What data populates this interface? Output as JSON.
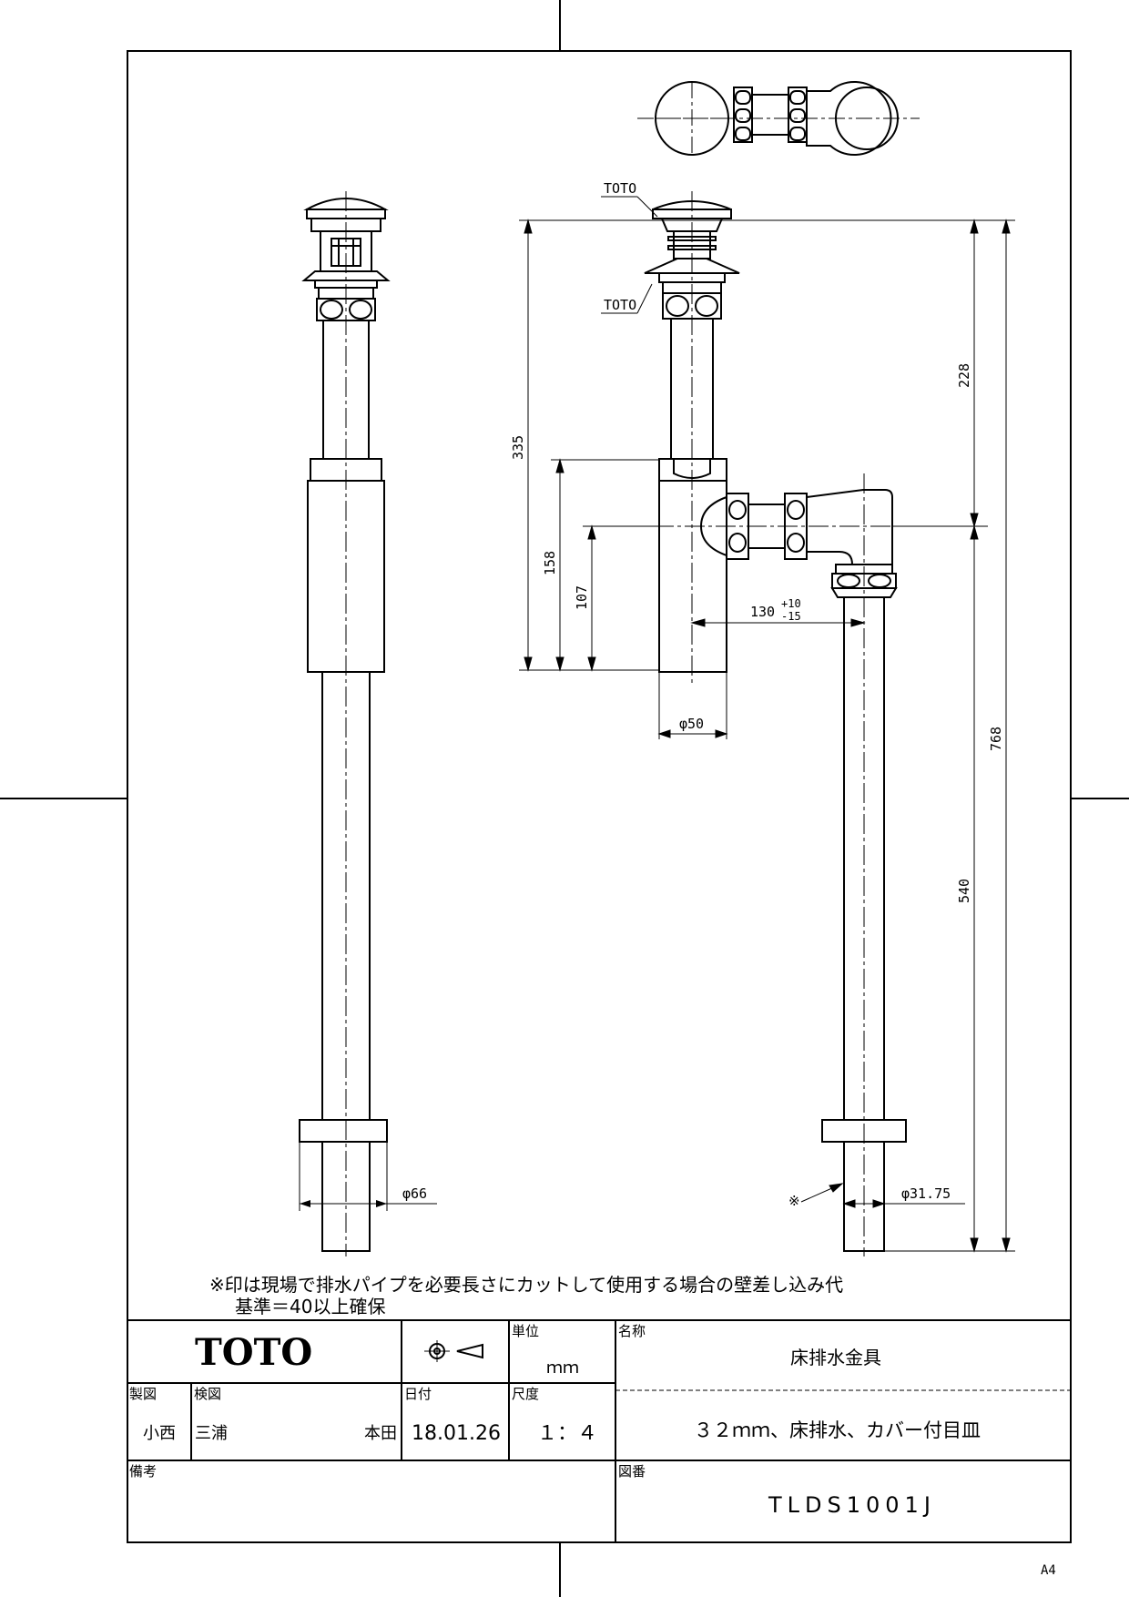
{
  "drawing": {
    "labels": {
      "brand_top": "TOTO",
      "brand_mid": "TOTO"
    },
    "dimensions": {
      "d335": "335",
      "d228": "228",
      "d158": "158",
      "d107": "107",
      "d768": "768",
      "d540": "540",
      "d130": "130",
      "d130_tol_plus": "+10",
      "d130_tol_minus": "-15",
      "phi50": "φ50",
      "phi66": "φ66",
      "phi31": "φ31.75",
      "mark": "※"
    },
    "note": {
      "line1": "※印は現場で排水パイプを必要長さにカットして使用する場合の壁差し込み代",
      "line2": "基準＝40以上確保"
    }
  },
  "title_block": {
    "logo": "TOTO",
    "unit_label": "単位",
    "unit_value": "ｍｍ",
    "name_label": "名称",
    "name_value": "床排水金具",
    "drawn_label": "製図",
    "drawn_value": "小西",
    "checked_label": "検図",
    "checked_value": "三浦",
    "approved_value": "本田",
    "date_label": "日付",
    "date_value": "18.01.26",
    "scale_label": "尺度",
    "scale_value": "１：４",
    "description": "３２ｍｍ、床排水、カバー付目皿",
    "remarks_label": "備考",
    "drawing_no_label": "図番",
    "drawing_no_value": "TLDS1001J",
    "paper_size": "A4"
  }
}
